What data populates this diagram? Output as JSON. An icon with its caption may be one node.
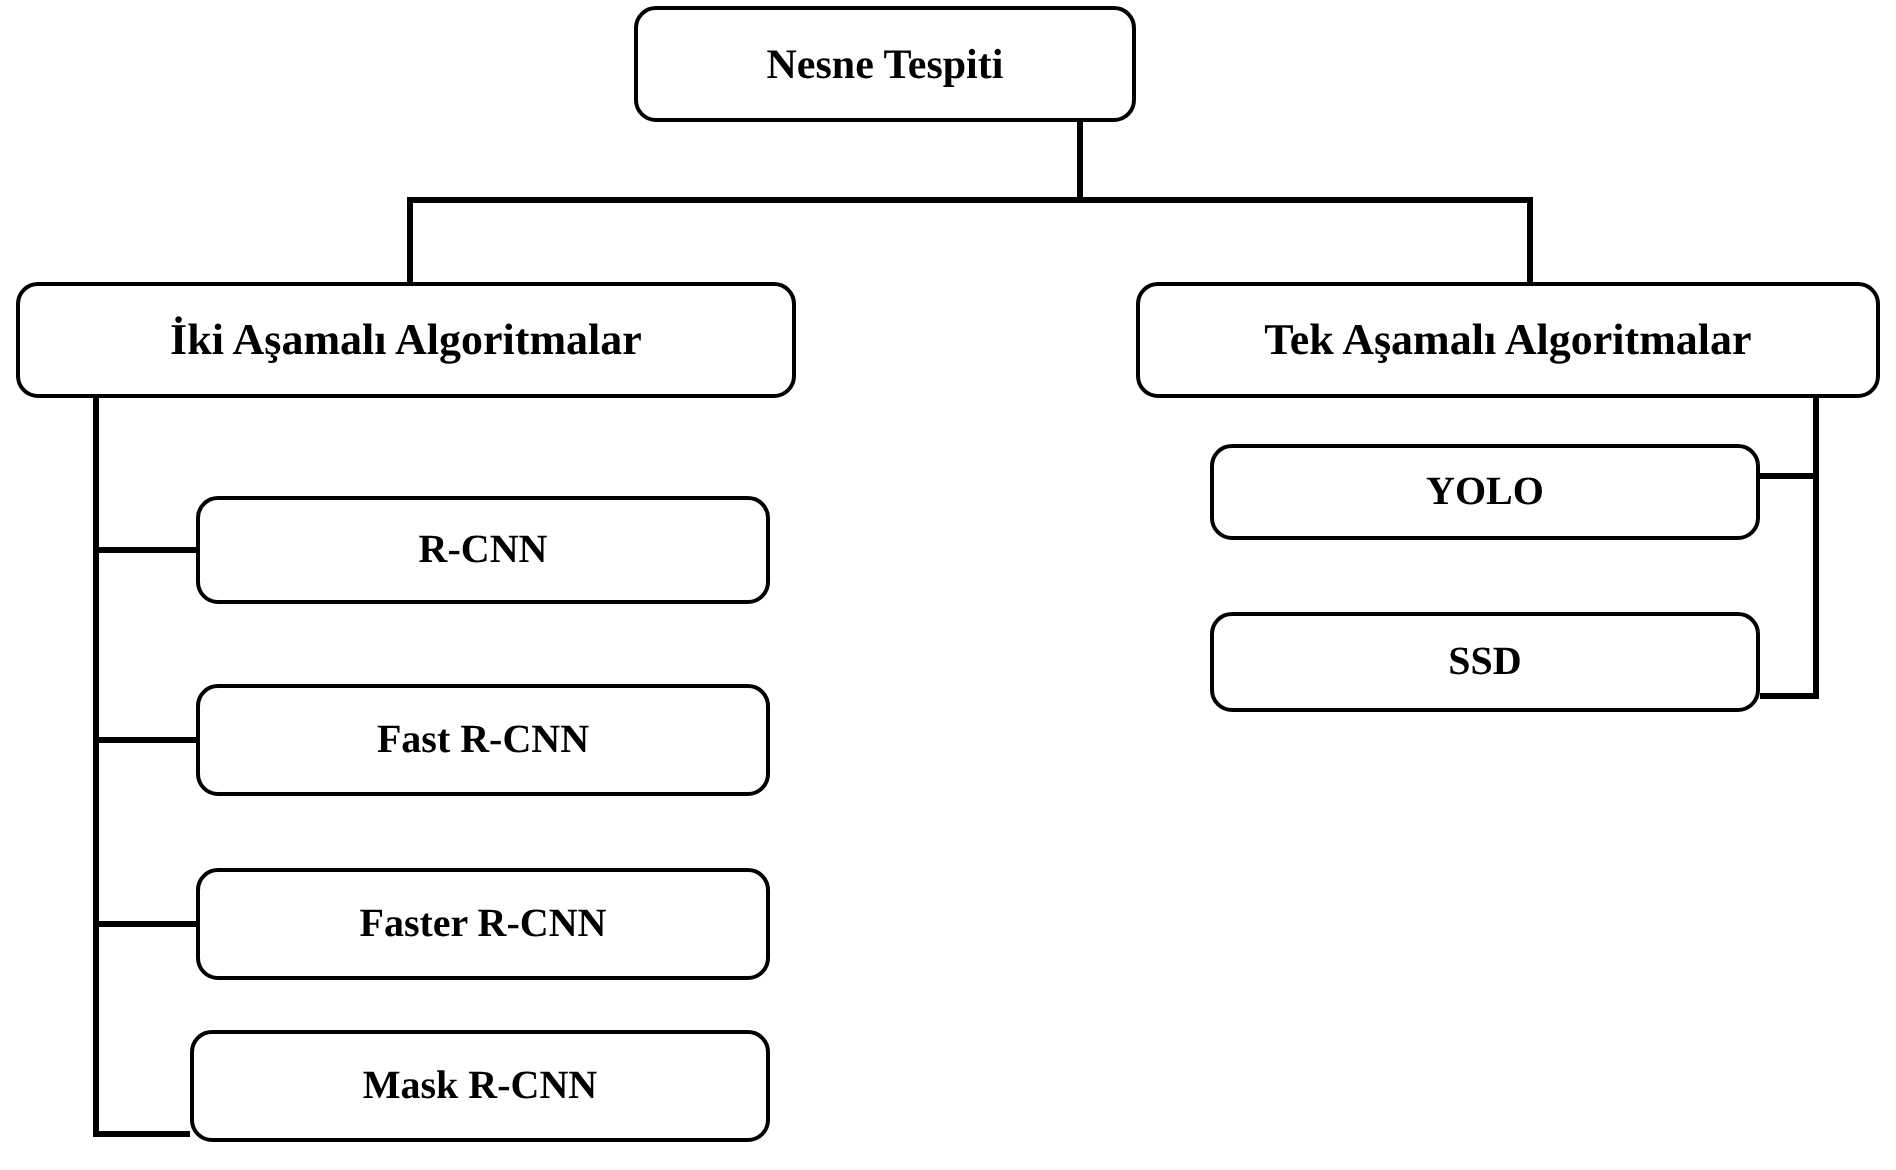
{
  "diagram": {
    "nodes": [
      {
        "text": [
          "Nesne Tespiti"
        ]
      },
      {
        "text": [
          "İki Aşamalı Algoritmalar"
        ]
      },
      {
        "text": [
          "Tek Aşamalı Algoritmalar"
        ]
      },
      {
        "text": [
          "R-CNN"
        ]
      },
      {
        "text": [
          "Fast R-CNN"
        ]
      },
      {
        "text": [
          "Faster R-CNN"
        ]
      },
      {
        "text": [
          "Mask R-CNN"
        ]
      },
      {
        "text": [
          "YOLO"
        ]
      },
      {
        "text": [
          "SSD"
        ]
      }
    ],
    "edges": [
      {
        "from": 0,
        "to": 1,
        "arrow": "none"
      },
      {
        "from": 0,
        "to": 2,
        "arrow": "none"
      },
      {
        "from": 1,
        "to": 3,
        "arrow": "none"
      },
      {
        "from": 1,
        "to": 4,
        "arrow": "none"
      },
      {
        "from": 1,
        "to": 5,
        "arrow": "none"
      },
      {
        "from": 1,
        "to": 6,
        "arrow": "none"
      },
      {
        "from": 2,
        "to": 7,
        "arrow": "none"
      },
      {
        "from": 2,
        "to": 8,
        "arrow": "none"
      }
    ]
  }
}
